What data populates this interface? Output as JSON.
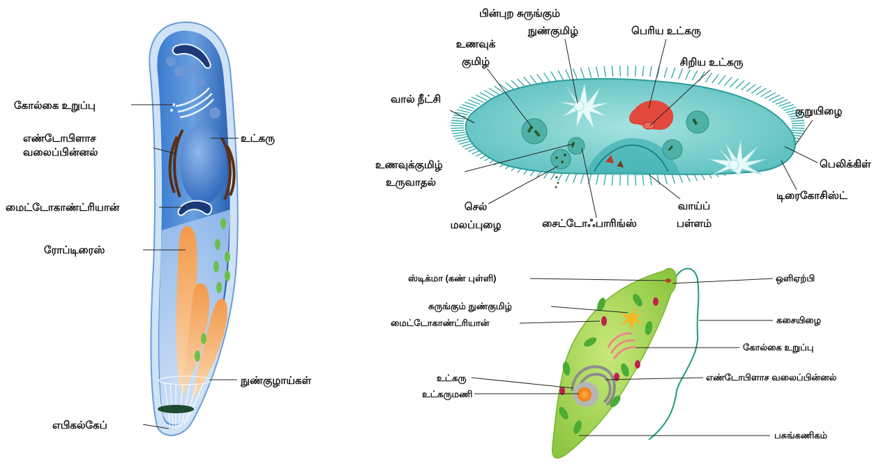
{
  "colors": {
    "sporozoan_body": "#2f6fc2",
    "sporozoan_light": "#a9c8ef",
    "rhoptry": "#f4a860",
    "paramecium_body": "#6fc9c9",
    "paramecium_cilia": "#2aa7a7",
    "euglena_body": "#a8d84a",
    "macronucleus": "#e2483c",
    "text": "#111111"
  },
  "sporozoan": {
    "labels": {
      "golgi": "கோல்கை உறுப்பு",
      "er_line1": "எண்டோபிளாச",
      "er_line2": "வலைப்பின்னல்",
      "nucleus": "உட்கரு",
      "mitochondrion": "மைட்டோகாண்ட்ரியான்",
      "rhoptries": "ரோப்டிரைஸ்",
      "microtubules": "நுண்குழாய்கள்",
      "epicalcap": "எபிகல்கேப்"
    }
  },
  "paramecium": {
    "labels": {
      "posterior_cv_line1": "பின்புற சுருங்கும்",
      "posterior_cv_line2": "நுண்குமிழ்",
      "macronucleus": "பெரிய உட்கரு",
      "food_vacuole_line1": "உணவுக்",
      "food_vacuole_line2": "குமிழ்",
      "micronucleus": "சிறிய உட்கரு",
      "tail_cilia": "வால் நீட்சி",
      "cilia": "குறுயிழை",
      "pellicle": "பெலிக்கிள்",
      "fv_forming_line1": "உணவுக்குமிழ்",
      "fv_forming_line2": "உருவாதல்",
      "trichocyst": "டிரைகோசிஸ்ட்",
      "anal_pore_line1": "செல்",
      "anal_pore_line2": "மலப்புழை",
      "cytopharynx": "சைட்டோஃபாரிங்ஸ்",
      "oral_groove_line1": "வாய்ப்",
      "oral_groove_line2": "பள்ளம்"
    }
  },
  "euglena": {
    "labels": {
      "stigma": "ஸ்டிக்மா (கண் புள்ளி)",
      "photoreceptor": "ஒளிஏற்பி",
      "contractile_vacuole": "சுருங்கும் நுண்குமிழ்",
      "mitochondrion": "மைட்டோகாண்ட்ரியான்",
      "flagellum": "கசையிழை",
      "golgi": "கோல்கை உறுப்பு",
      "nucleus": "உட்கரு",
      "er": "எண்டோபிளாச வலைப்பின்னல்",
      "nucleolus": "உட்கருமணி",
      "chloroplast": "பசுங்கணிகம்"
    }
  }
}
